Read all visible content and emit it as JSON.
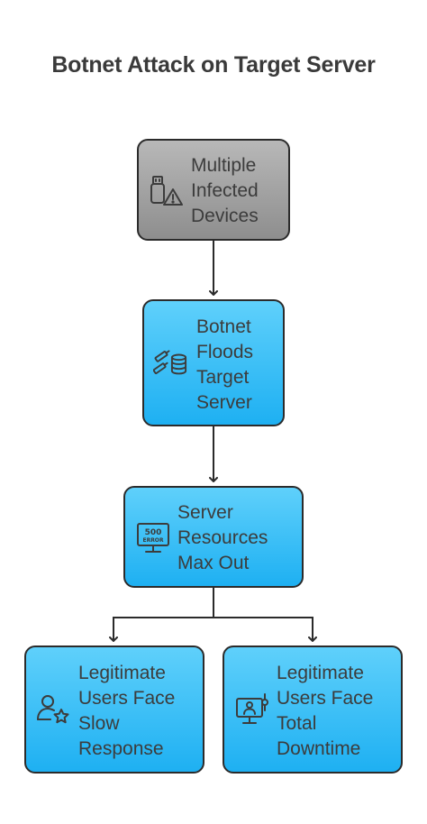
{
  "title": "Botnet Attack on Target Server",
  "nodes": [
    {
      "id": "infected-devices",
      "label": "Multiple\nInfected\nDevices",
      "icon": "usb-warning-icon",
      "style": "gray"
    },
    {
      "id": "botnet-floods",
      "label": "Botnet\nFloods\nTarget\nServer",
      "icon": "flood-database-icon",
      "style": "blue"
    },
    {
      "id": "server-resources",
      "label": "Server\nResources\nMax Out",
      "icon": "error-500-monitor-icon",
      "style": "blue"
    },
    {
      "id": "slow-response",
      "label": "Legitimate\nUsers Face\nSlow\nResponse",
      "icon": "user-star-icon",
      "style": "blue"
    },
    {
      "id": "total-downtime",
      "label": "Legitimate\nUsers Face\nTotal\nDowntime",
      "icon": "monitor-user-icon",
      "style": "blue"
    }
  ],
  "icon_text": {
    "error_500": "500",
    "error_word": "ERROR"
  },
  "edges": [
    {
      "from": "infected-devices",
      "to": "botnet-floods"
    },
    {
      "from": "botnet-floods",
      "to": "server-resources"
    },
    {
      "from": "server-resources",
      "to": "slow-response"
    },
    {
      "from": "server-resources",
      "to": "total-downtime"
    }
  ],
  "colors": {
    "gray_fill": "#a3a3a3",
    "blue_fill": "#38bff7",
    "stroke": "#2b2b2b",
    "text": "#3c3c3c"
  }
}
